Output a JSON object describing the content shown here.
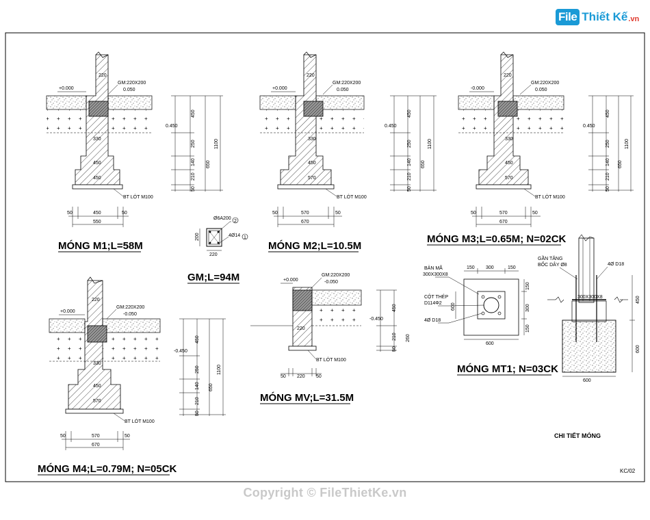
{
  "watermark": {
    "logo_badge": "File",
    "logo_text": "Thiết Kế",
    "logo_tld": ".vn",
    "copyright": "Copyright © FileThietKe.vn"
  },
  "sheet": {
    "code": "KC/02",
    "detail_title": "CHI TIẾT MÓNG"
  },
  "m1": {
    "title": "MÓNG M1;L=58M",
    "level_top": "+0.000",
    "gm_label": "GM:220X200",
    "gm_level": "0.050",
    "col_width": "220",
    "w330": "330",
    "w450": "450",
    "side_level": "0.450",
    "dims_v": [
      "450",
      "250",
      "140",
      "210",
      "50"
    ],
    "dim_total": "1100",
    "dim_sub": "650",
    "lot_label": "BT LÓT M100",
    "dims_h": [
      "50",
      "450",
      "50"
    ],
    "dim_h_total": "550"
  },
  "m2": {
    "title": "MÓNG M2;L=10.5M",
    "level_top": "+0.000",
    "gm_label": "GM:220X200",
    "gm_level": "0.050",
    "col_width": "220",
    "w330": "330",
    "w450": "450",
    "w570": "570",
    "side_level": "0.450",
    "dims_v": [
      "450",
      "250",
      "140",
      "210",
      "50"
    ],
    "dim_total": "1100",
    "dim_sub": "650",
    "lot_label": "BT LÓT M100",
    "dims_h": [
      "50",
      "570",
      "50"
    ],
    "dim_h_total": "670"
  },
  "m3": {
    "title": "MÓNG M3;L=0.65M; N=02CK",
    "level_top": "-0.000",
    "gm_label": "GM:220X200",
    "gm_level": "0.050",
    "col_width": "220",
    "w330": "330",
    "w450": "450",
    "w570": "570",
    "side_level": "0.450",
    "dims_v": [
      "450",
      "250",
      "140",
      "210",
      "50"
    ],
    "dim_total": "1100",
    "dim_sub": "650",
    "lot_label": "BT LÓT M100",
    "dims_h": [
      "50",
      "570",
      "50"
    ],
    "dim_h_total": "670"
  },
  "gm": {
    "title": "GM;L=94M",
    "stirrup": "Ø6A200",
    "bars": "4Ø14",
    "tag1": "2",
    "tag2": "1",
    "h": "200",
    "w": "220"
  },
  "m4": {
    "title": "MÓNG M4;L=0.79M; N=05CK",
    "level_top": "+0.000",
    "gm_label": "GM:220X200",
    "gm_level": "-0.050",
    "col_width": "220",
    "w330": "330",
    "w450": "450",
    "w570": "570",
    "side_level": "-0.450",
    "dims_v": [
      "450",
      "250",
      "140",
      "210",
      "50"
    ],
    "dim_total": "1100",
    "dim_sub": "650",
    "lot_label": "BT LÓT M100",
    "dims_h": [
      "50",
      "570",
      "50"
    ],
    "dim_h_total": "670"
  },
  "mv": {
    "title": "MÓNG MV;L=31.5M",
    "level_top": "+0.000",
    "gm_label": "GM:220X200",
    "gm_level": "-0.050",
    "col_width": "220",
    "side_level": "-0.450",
    "dims_v": [
      "450",
      "210",
      "50"
    ],
    "dim_sub": "260",
    "lot_label": "BT LÓT M100",
    "dims_h": [
      "50",
      "220",
      "50"
    ]
  },
  "mt1": {
    "title": "MÓNG MT1; N=03CK",
    "plate_label_1": "BẢN MÃ",
    "plate_label_2": "300X300X8",
    "steel_col_1": "CỘT THÉP",
    "steel_col_2": "D114Φ2",
    "bolt": "4Ø D18",
    "dims_top": [
      "150",
      "300",
      "150"
    ],
    "dims_side": [
      "150",
      "300",
      "150"
    ],
    "dim_side_outer": "600",
    "dim_bottom": "600",
    "sec_label_1": "GẦN TĂNG",
    "sec_label_2": "BỐC DÂY Ø8",
    "sec_bolt": "4Ø D18",
    "sec_plate": "300X300X8",
    "sec_h1": "450",
    "sec_h2": "600",
    "sec_w": "600"
  }
}
